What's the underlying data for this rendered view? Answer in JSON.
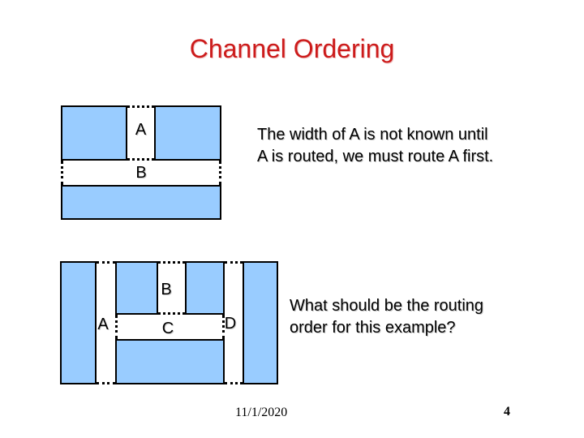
{
  "title": "Channel Ordering",
  "captions": {
    "width_note": {
      "line1": "The width of A is not known until",
      "line2": "A is routed, we must route A first."
    },
    "question": {
      "line1": "What should be the routing",
      "line2": "order for this example?"
    }
  },
  "diagram_top": {
    "label_a": "A",
    "label_b": "B"
  },
  "diagram_bottom": {
    "label_a": "A",
    "label_b": "B",
    "label_c": "C",
    "label_d": "D"
  },
  "footer": {
    "date": "11/1/2020",
    "page_number": "4"
  },
  "colors": {
    "background": "#FFFFFF",
    "block_fill": "#99CCFF",
    "block_border": "#000000",
    "title_red": "#CC1B1B"
  }
}
